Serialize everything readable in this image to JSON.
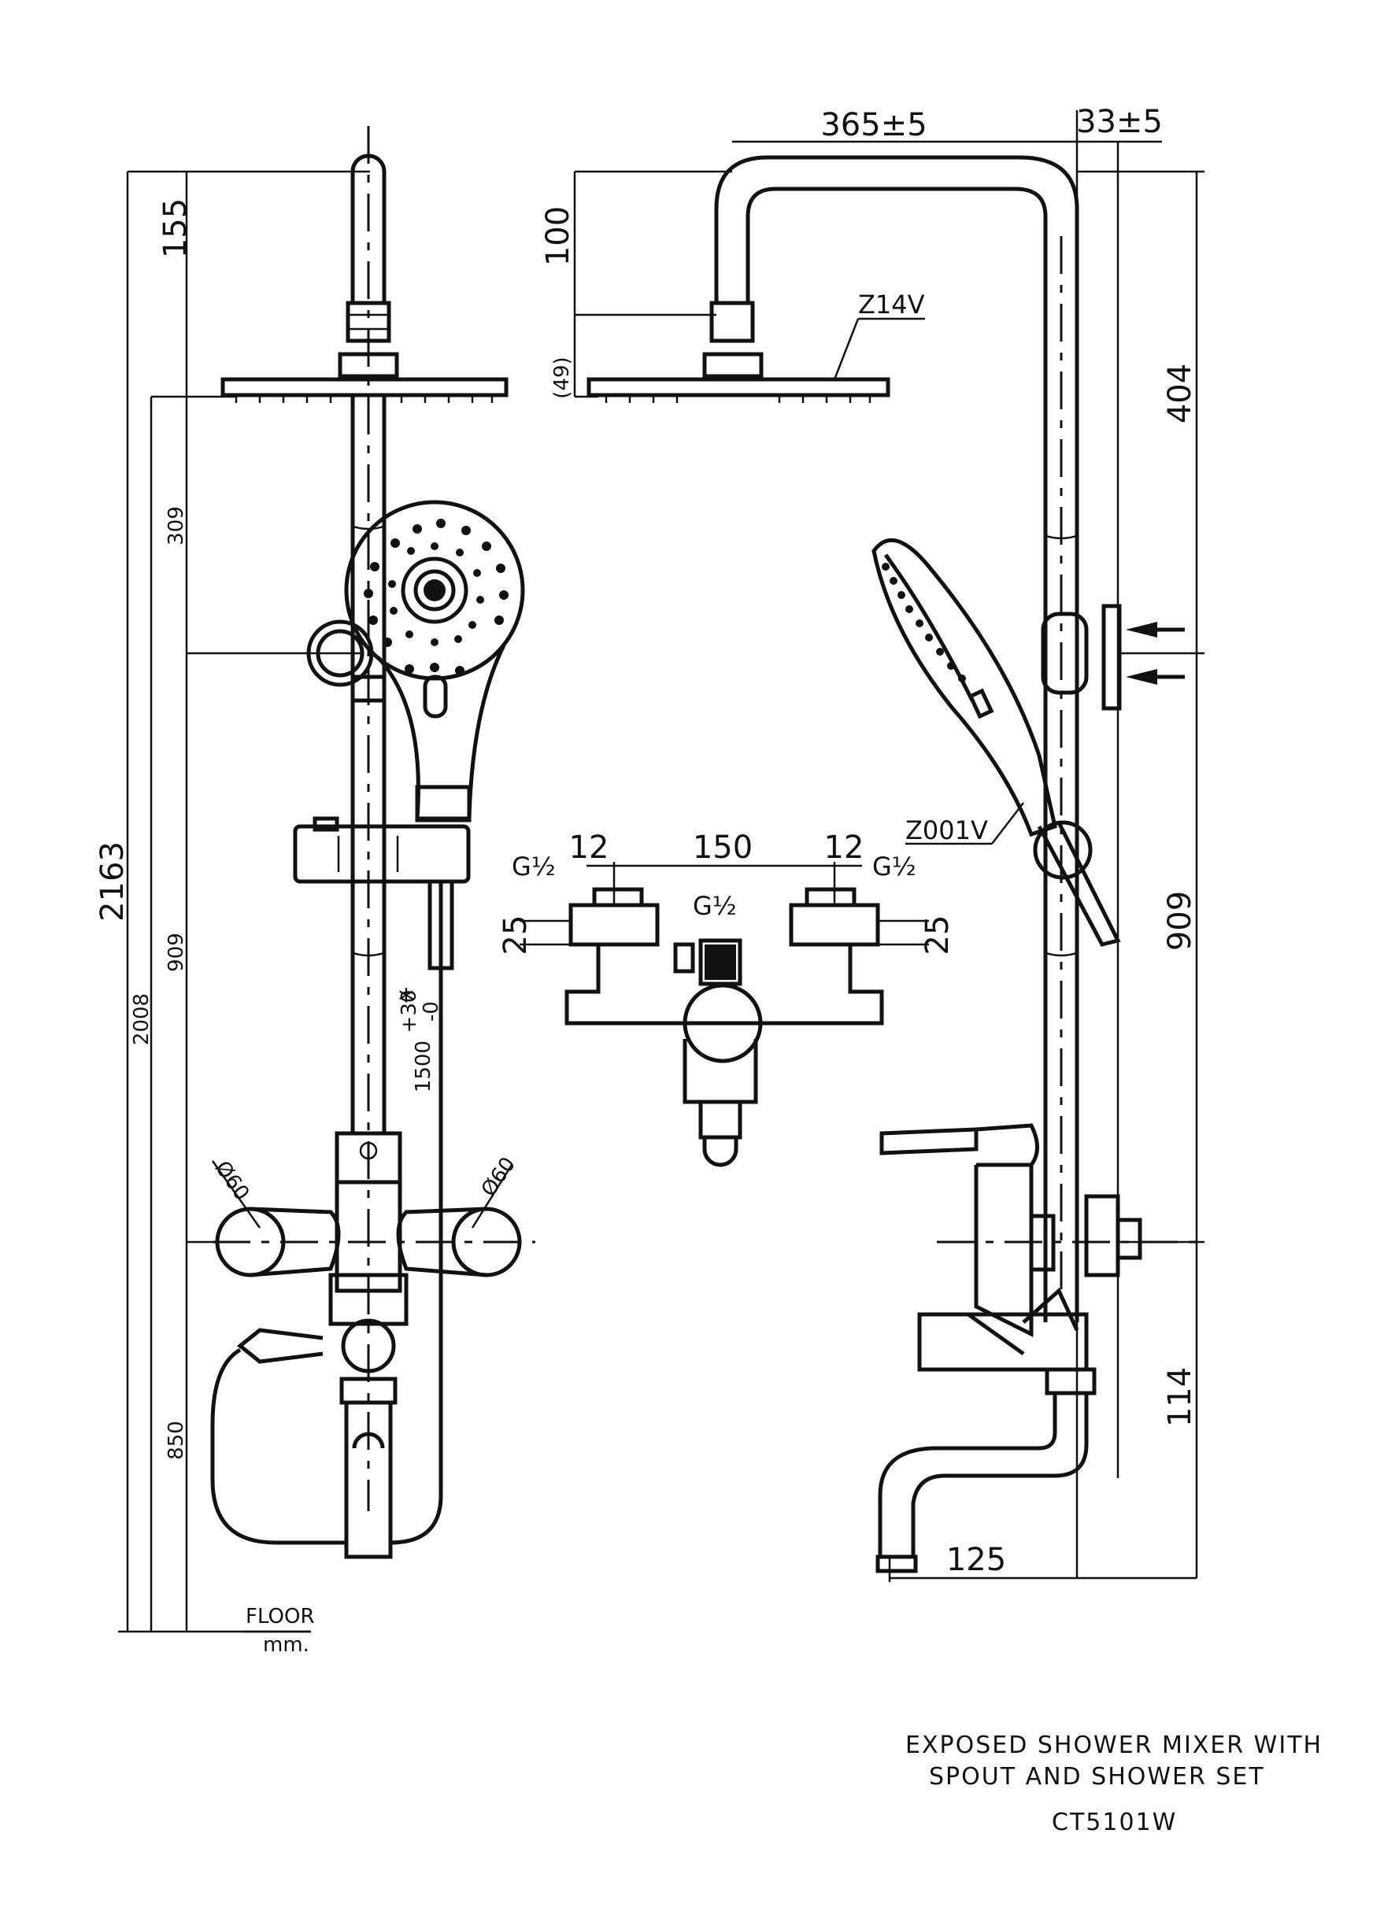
{
  "dimensions": {
    "overall_height": "2163",
    "top_to_arm": "155",
    "head_to_bracket": "309",
    "bracket_to_mixer": "909",
    "floor_to_mixer": "850",
    "floor_to_head": "2008",
    "handshower_height": "1500",
    "handshower_tol_plus": "+30",
    "handshower_tol_minus": "-0",
    "asterisk": "*",
    "dia_left": "Ø60",
    "dia_right": "Ø60",
    "arm_reach": "365±5",
    "wall_offset": "33±5",
    "arm_drop": "100",
    "head_thickness": "(49)",
    "side_upper": "404",
    "side_middle": "909",
    "side_lower": "114",
    "spout_reach": "125",
    "inlet_centres": "150",
    "eccentric_left": "12",
    "eccentric_right": "12",
    "thread_left": "G½",
    "thread_right": "G½",
    "thread_outlet": "G½",
    "flange_left": "25",
    "flange_right": "25"
  },
  "labels": {
    "head_code": "Z14V",
    "handshower_code": "Z001V",
    "floor": "FLOOR",
    "unit": "mm."
  },
  "title": {
    "line1": "EXPOSED SHOWER MIXER WITH",
    "line2": "SPOUT AND SHOWER SET",
    "model": "CT5101W"
  }
}
